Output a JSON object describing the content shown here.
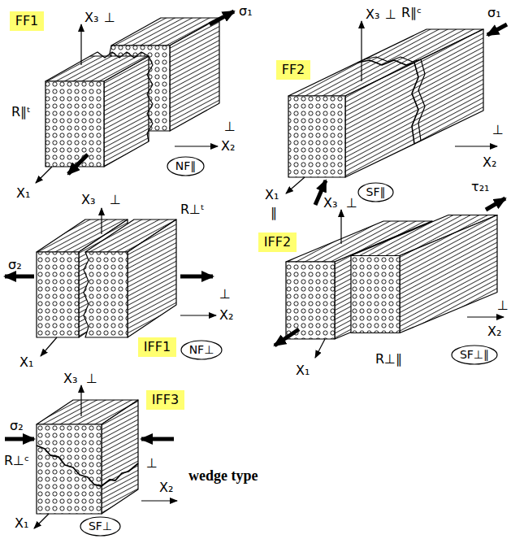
{
  "diagram": {
    "nodes": [
      {
        "text": [
          "FF1"
        ]
      },
      {
        "text": [
          "NF∥"
        ]
      },
      {
        "text": [
          "FF2"
        ]
      },
      {
        "text": [
          "SF∥"
        ]
      },
      {
        "text": [
          "IFF1"
        ]
      },
      {
        "text": [
          "NF⊥"
        ]
      },
      {
        "text": [
          "IFF2"
        ]
      },
      {
        "text": [
          "SF⊥∥"
        ]
      },
      {
        "text": [
          "IFF3"
        ]
      },
      {
        "text": [
          "SF⊥"
        ]
      }
    ],
    "labels": [
      "X₃",
      "⊥",
      "σ₁",
      "R∥ᵗ",
      "⊥",
      "X₂",
      "X₁",
      "X₃",
      "⊥",
      "R∥ᶜ",
      "σ₁",
      "⊥",
      "X₂",
      "X₁",
      "∥",
      "X₃",
      "⊥",
      "R⊥ᵗ",
      "σ₂",
      "⊥",
      "X₂",
      "X₁",
      "X₃",
      "⊥",
      "τ₂₁",
      "⊥",
      "X₂",
      "X₁",
      "R⊥∥",
      "X₃",
      "⊥",
      "σ₂",
      "R⊥ᶜ",
      "⊥",
      "X₂",
      "X₁",
      "wedge type"
    ]
  }
}
